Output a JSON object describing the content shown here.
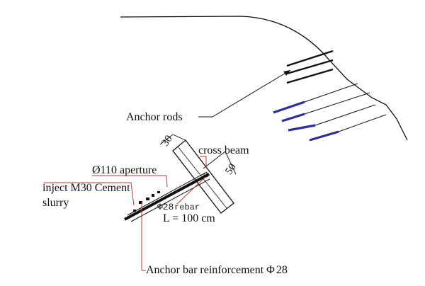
{
  "labels": {
    "anchor_rods": "Anchor rods",
    "cross_beam": "cross beam",
    "aperture": "Ø110 aperture",
    "inject_line1": "inject M30 Cement",
    "inject_line2": "slurry",
    "rebar_symbol": "Φ28",
    "rebar_word": "rebar",
    "length": "L = 100 cm",
    "anchor_bar": "Anchor bar reinforcement",
    "anchor_bar_symbol": "Φ",
    "anchor_bar_size": "28",
    "dim_30": "30",
    "dim_50": "50"
  },
  "colors": {
    "line": "#111111",
    "leader": "#c0392b",
    "rod_blue": "#2b2f9e",
    "dim_text": "#1f7a7a"
  }
}
